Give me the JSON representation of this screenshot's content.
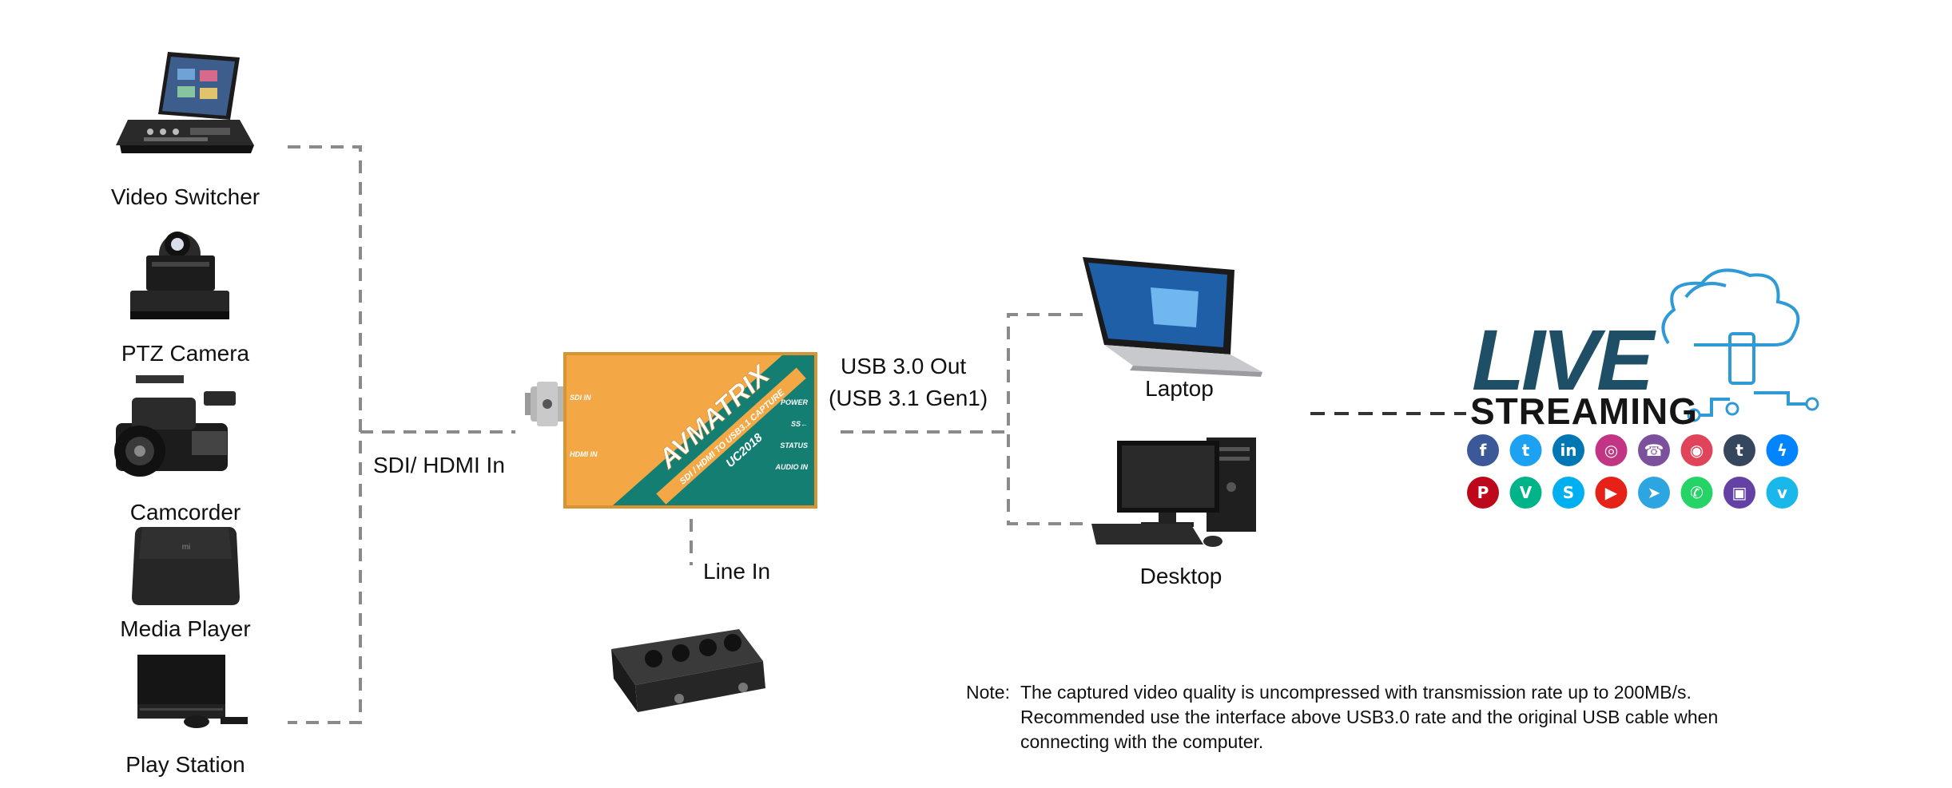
{
  "sources": [
    {
      "name": "video-switcher",
      "label": "Video Switcher",
      "icon": "video-switcher-icon"
    },
    {
      "name": "ptz-camera",
      "label": "PTZ Camera",
      "icon": "ptz-camera-icon"
    },
    {
      "name": "camcorder",
      "label": "Camcorder",
      "icon": "camcorder-icon"
    },
    {
      "name": "media-player",
      "label": "Media Player",
      "icon": "media-player-icon"
    },
    {
      "name": "play-station",
      "label": "Play Station",
      "icon": "game-console-icon"
    }
  ],
  "input_label": "SDI/ HDMI In",
  "device": {
    "brand": "AVMATRIX",
    "model": "UC2018",
    "product_line": "SDI / HDMI TO USB3.1 CAPTURE",
    "left_ports": [
      "SDI IN",
      "HDMI IN"
    ],
    "right_ports": [
      "POWER",
      "SS←",
      "STATUS",
      "AUDIO IN"
    ],
    "colors": {
      "body": "#f4a845",
      "panel": "#147e72",
      "frame": "#d89333"
    }
  },
  "line_in_label": "Line In",
  "usb_out": {
    "line1": "USB 3.0 Out",
    "line2": "(USB 3.1 Gen1)"
  },
  "computers": [
    {
      "name": "laptop",
      "label": "Laptop",
      "icon": "laptop-icon"
    },
    {
      "name": "desktop",
      "label": "Desktop",
      "icon": "desktop-computer-icon"
    }
  ],
  "live_logo": {
    "word1": "LIVE",
    "word2": "STREAMING",
    "colors": {
      "live": "#1f4f66",
      "cloud": "#2e9ad6",
      "streaming": "#151515"
    },
    "social_rows": [
      [
        {
          "icon": "facebook-icon",
          "glyph": "f",
          "color": "#3b5998"
        },
        {
          "icon": "twitter-icon",
          "glyph": "t",
          "color": "#1da1f2"
        },
        {
          "icon": "linkedin-icon",
          "glyph": "in",
          "color": "#0077b5"
        },
        {
          "icon": "instagram-icon",
          "glyph": "◎",
          "color": "#c13584"
        },
        {
          "icon": "viber-icon",
          "glyph": "☎",
          "color": "#7b519d"
        },
        {
          "icon": "periscope-icon",
          "glyph": "◉",
          "color": "#e0445a"
        },
        {
          "icon": "tumblr-icon",
          "glyph": "t",
          "color": "#36465d"
        },
        {
          "icon": "messenger-icon",
          "glyph": "ϟ",
          "color": "#0084ff"
        }
      ],
      [
        {
          "icon": "pinterest-icon",
          "glyph": "P",
          "color": "#bd081c"
        },
        {
          "icon": "vine-icon",
          "glyph": "V",
          "color": "#00b489"
        },
        {
          "icon": "skype-icon",
          "glyph": "S",
          "color": "#00aff0"
        },
        {
          "icon": "youtube-icon",
          "glyph": "▶",
          "color": "#e62117"
        },
        {
          "icon": "telegram-icon",
          "glyph": "➤",
          "color": "#2ca5e0"
        },
        {
          "icon": "whatsapp-icon",
          "glyph": "✆",
          "color": "#25d366"
        },
        {
          "icon": "twitch-icon",
          "glyph": "▣",
          "color": "#6441a5"
        },
        {
          "icon": "vimeo-icon",
          "glyph": "v",
          "color": "#1ab7ea"
        }
      ]
    ]
  },
  "note": {
    "prefix": "Note:",
    "line1": "The captured video quality is uncompressed with transmission rate up to 200MB/s.",
    "line2": "Recommended use the interface above USB3.0 rate and the original USB cable when",
    "line3": "connecting with the computer."
  }
}
